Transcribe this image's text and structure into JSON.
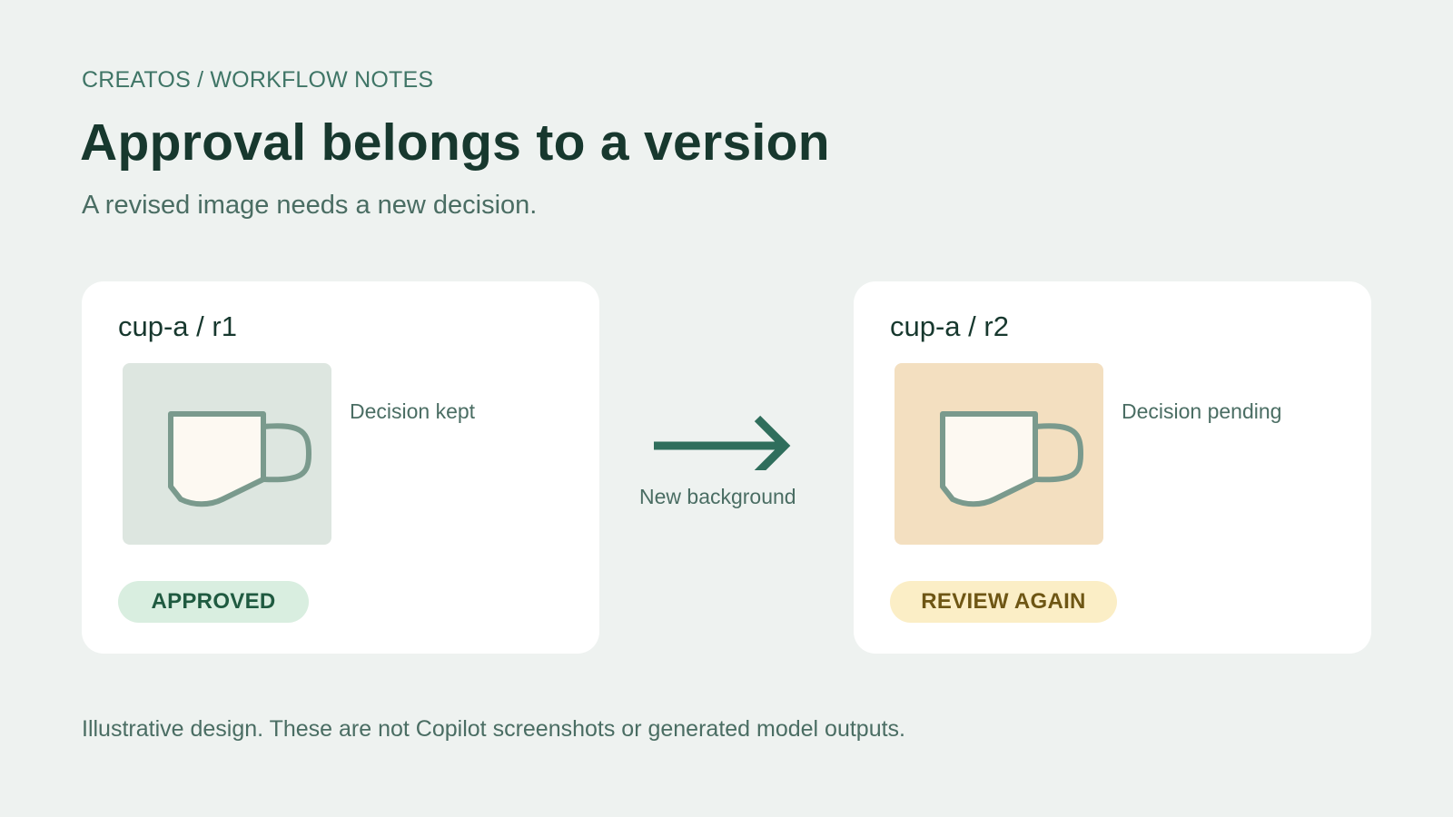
{
  "header": {
    "eyebrow": "CREATOS / WORKFLOW NOTES",
    "title": "Approval belongs to a version",
    "subtitle": "A revised image needs a new decision."
  },
  "cards": [
    {
      "title": "cup-a / r1",
      "decision": "Decision kept",
      "badge": "APPROVED",
      "image_background": "#dde6e0",
      "badge_background": "#d9eee0",
      "badge_color": "#1f5a40",
      "icon": "cup-icon"
    },
    {
      "title": "cup-a / r2",
      "decision": "Decision pending",
      "badge": "REVIEW AGAIN",
      "image_background": "#f3dfc0",
      "badge_background": "#fbeec6",
      "badge_color": "#6e5614",
      "icon": "cup-icon"
    }
  ],
  "transition": {
    "label": "New background",
    "icon": "arrow-right-icon",
    "color": "#2f6e5c"
  },
  "footnote": "Illustrative design. These are not Copilot screenshots or generated model outputs.",
  "colors": {
    "background": "#eef2f0",
    "heading": "#17382e",
    "accent": "#3f7566",
    "cup_stroke": "#7a9a8d",
    "cup_fill": "#fdf9f2"
  }
}
